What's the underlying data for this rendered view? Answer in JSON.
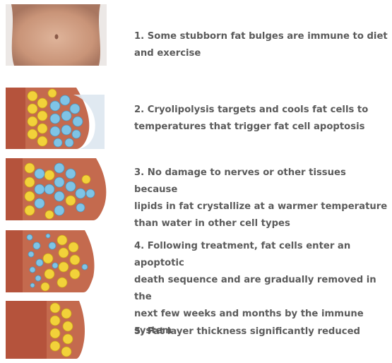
{
  "steps": [
    {
      "text": "1. Some stubborn fat bulges are immune to diet\nand exercise",
      "image": "belly-photo"
    },
    {
      "text": "2. Cryolipolysis targets and cools fat cells to\ntemperatures that trigger fat cell apoptosis",
      "image": "fat-cells-cooling-diagram"
    },
    {
      "text": "3. No damage to nerves or other tissues because\nlipids in fat crystallize at a warmer temperature\nthan water in other cell types",
      "image": "fat-cells-crystallized-diagram"
    },
    {
      "text": "4. Following treatment, fat cells enter an apoptotic\ndeath sequence and are gradually removed in the\nnext few weeks and months by the immune system",
      "image": "fat-cells-removal-diagram"
    },
    {
      "text": "5. Fat layer thickness significantly reduced",
      "image": "reduced-fat-layer-diagram"
    }
  ],
  "colors": {
    "text": "#5b5b5b",
    "tissue": "#b5533c",
    "fat_cell": "#f2d23a",
    "frozen_cell": "#7fc4e6"
  }
}
